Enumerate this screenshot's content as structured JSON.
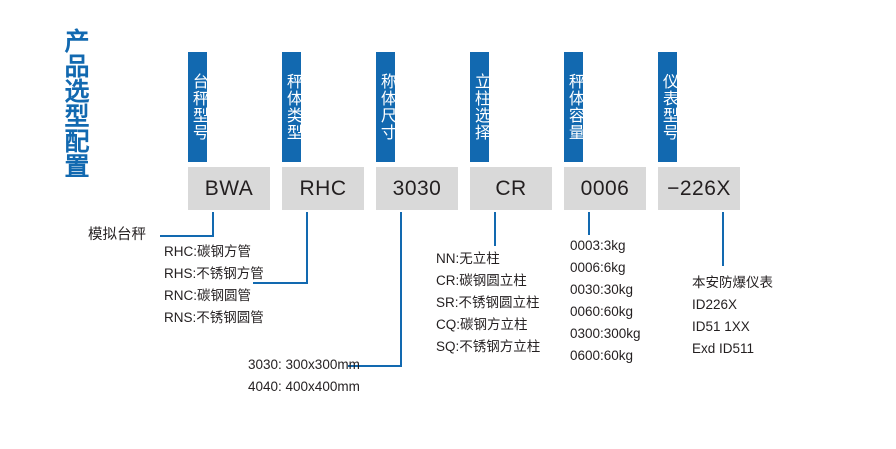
{
  "title": {
    "text": "产品选型配置"
  },
  "colors": {
    "blue": "#1269b0",
    "gray": "#d9d9d9",
    "text": "#231f20"
  },
  "columns": [
    {
      "header": "台秤型号",
      "value": "BWA"
    },
    {
      "header": "秤体类型",
      "value": "RHC"
    },
    {
      "header": "称体尺寸",
      "value": "3030"
    },
    {
      "header": "立柱选择",
      "value": "CR"
    },
    {
      "header": "秤体容量",
      "value": "0006"
    },
    {
      "header": "仪表型号",
      "value": "−226X"
    }
  ],
  "notes": {
    "model": "模拟台秤",
    "body_types": "RHC:碳钢方管\nRHS:不锈钢方管\nRNC:碳钢圆管\nRNS:不锈钢圆管",
    "sizes": "3030: 300x300mm\n4040: 400x400mm",
    "posts": "NN:无立柱\nCR:碳钢圆立柱\nSR:不锈钢圆立柱\nCQ:碳钢方立柱\nSQ:不锈钢方立柱",
    "capacities": "0003:3kg\n0006:6kg\n0030:30kg\n0060:60kg\n0300:300kg\n0600:60kg",
    "instruments": "本安防爆仪表\nID226X\nID51 1XX\nExd ID511"
  }
}
